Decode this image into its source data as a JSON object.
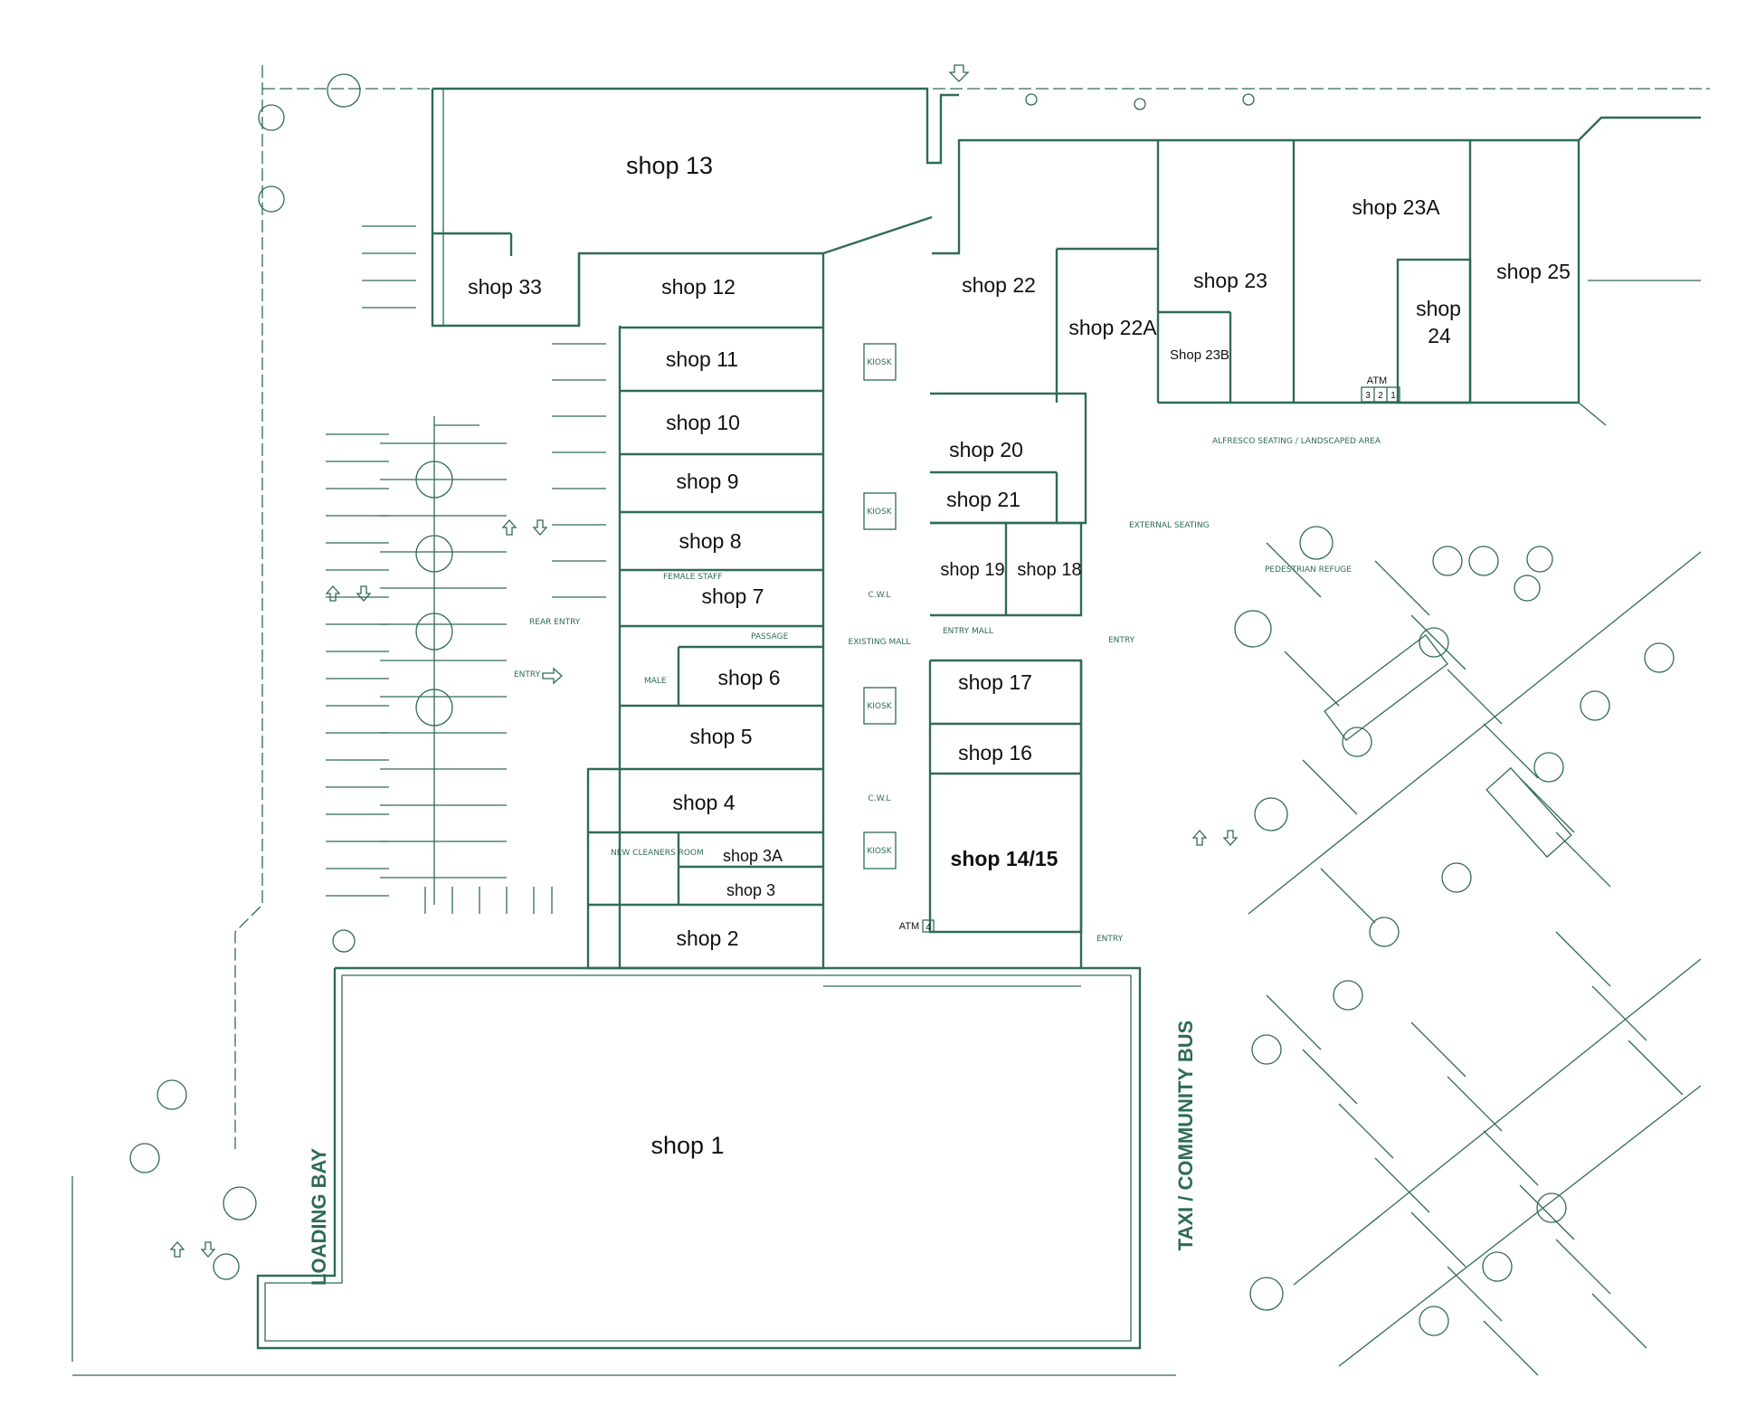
{
  "colors": {
    "line": "#2f6b55",
    "text": "#111111",
    "background": "#ffffff"
  },
  "shops": {
    "s13": "shop 13",
    "s33": "shop 33",
    "s12": "shop 12",
    "s11": "shop 11",
    "s10": "shop 10",
    "s9": "shop 9",
    "s8": "shop 8",
    "s7": "shop 7",
    "s6": "shop 6",
    "s5": "shop 5",
    "s4": "shop 4",
    "s3a": "shop 3A",
    "s3": "shop 3",
    "s2": "shop 2",
    "s1": "shop 1",
    "s22": "shop 22",
    "s22a": "shop 22A",
    "s23": "shop 23",
    "s23b": "Shop 23B",
    "s23a": "shop 23A",
    "s24a": "shop",
    "s24b": "24",
    "s25": "shop 25",
    "s20": "shop 20",
    "s21": "shop 21",
    "s19": "shop 19",
    "s18": "shop 18",
    "s17": "shop 17",
    "s16": "shop 16",
    "s1415": "shop 14/15"
  },
  "atm_north": {
    "label": "ATM",
    "slots": [
      "3",
      "2",
      "1"
    ]
  },
  "atm_south": {
    "label": "ATM",
    "slot": "4"
  },
  "road_labels": {
    "loading_bay": "LOADING BAY",
    "taxi": "TAXI / COMMUNITY BUS"
  },
  "plan_notes": {
    "kiosk": "KIOSK",
    "cwl": "C.W.L",
    "existing_mall": "EXISTING MALL",
    "entry": "ENTRY",
    "entry_mall": "ENTRY MALL",
    "rear_entry": "REAR ENTRY",
    "female_staff": "FEMALE STAFF",
    "male": "MALE",
    "passage": "PASSAGE",
    "cleaners": "NEW CLEANERS ROOM",
    "alfresco": "ALFRESCO SEATING / LANDSCAPED AREA",
    "external_seating": "EXTERNAL SEATING",
    "pedestrian": "PEDESTRIAN REFUGE"
  }
}
